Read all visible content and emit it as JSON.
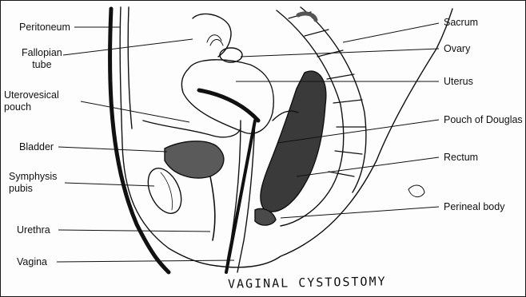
{
  "labels_left": {
    "peritoneum": "Peritoneum",
    "fallopian_tube": "Fallopian\ntube",
    "uterovesical_pouch": "Uterovesical\npouch",
    "bladder": "Bladder",
    "symphysis_pubis": "Symphysis\npubis",
    "urethra": "Urethra",
    "vagina": "Vagina"
  },
  "labels_right": {
    "sacrum": "Sacrum",
    "ovary": "Ovary",
    "uterus": "Uterus",
    "pouch_of_douglas": "Pouch of Douglas",
    "rectum": "Rectum",
    "perineal_body": "Perineal body"
  },
  "caption": "VAGINAL CYSTOSTOMY",
  "colors": {
    "ink": "#111111",
    "background": "#fdfdfd",
    "frame": "#1a1a1a"
  }
}
